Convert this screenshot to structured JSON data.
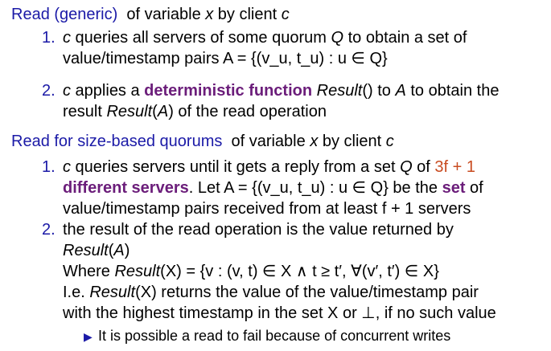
{
  "section1": {
    "lead": "Read (generic)",
    "tail_pre": "  of variable ",
    "var": "x",
    "tail_mid": " by client ",
    "client": "c",
    "items": [
      {
        "num": "1.",
        "l1_a": "c",
        "l1_b": " queries all servers of some quorum ",
        "l1_c": "Q",
        "l1_d": " to obtain a set of",
        "l2": "value/timestamp pairs A = {(v_u, t_u) : u ∈ Q}"
      },
      {
        "num": "2.",
        "l1_a": "c",
        "l1_b": " applies a ",
        "l1_c": "deterministic function",
        "l1_d": " Result",
        "l1_e": "() to ",
        "l1_f": "A",
        "l1_g": " to obtain the",
        "l2_a": "result ",
        "l2_b": "Result",
        "l2_c": "(",
        "l2_d": "A",
        "l2_e": ") of the read operation"
      }
    ]
  },
  "section2": {
    "lead": "Read for size-based quorums",
    "tail_pre": "  of variable ",
    "var": "x",
    "tail_mid": " by client ",
    "client": "c",
    "item1": {
      "num": "1.",
      "l1_a": "c",
      "l1_b": " queries servers until it gets a reply from a set ",
      "l1_c": "Q",
      "l1_d": " of ",
      "l1_e": "3f + 1",
      "l2_a": "different servers",
      "l2_b": ". Let A = {(v_u, t_u) : u ∈ Q} be the ",
      "l2_c": "set",
      "l2_d": " of",
      "l3": "value/timestamp pairs received from at least f + 1 servers"
    },
    "item2": {
      "num": "2.",
      "l1": "the result of the read operation is the value returned by",
      "l2_a": "Result",
      "l2_b": "(",
      "l2_c": "A",
      "l2_d": ")",
      "l3_a": "Where ",
      "l3_b": "Result",
      "l3_c": "(X) = {v : (v, t) ∈ X ∧ t ≥ t′, ∀(v′, t′) ∈ X}",
      "l4_a": "I.e. ",
      "l4_b": "Result",
      "l4_c": "(X) returns the value of the value/timestamp pair",
      "l5": "with the highest timestamp in the set X or ⊥, if no such value"
    },
    "bullet": {
      "glyph": "▶",
      "text": "It is possible a read to fail because of concurrent writes"
    }
  },
  "colors": {
    "heading_blue": "#1b1aa7",
    "emphasis_purple": "#6b1d7a",
    "number_orange": "#c84b20"
  }
}
